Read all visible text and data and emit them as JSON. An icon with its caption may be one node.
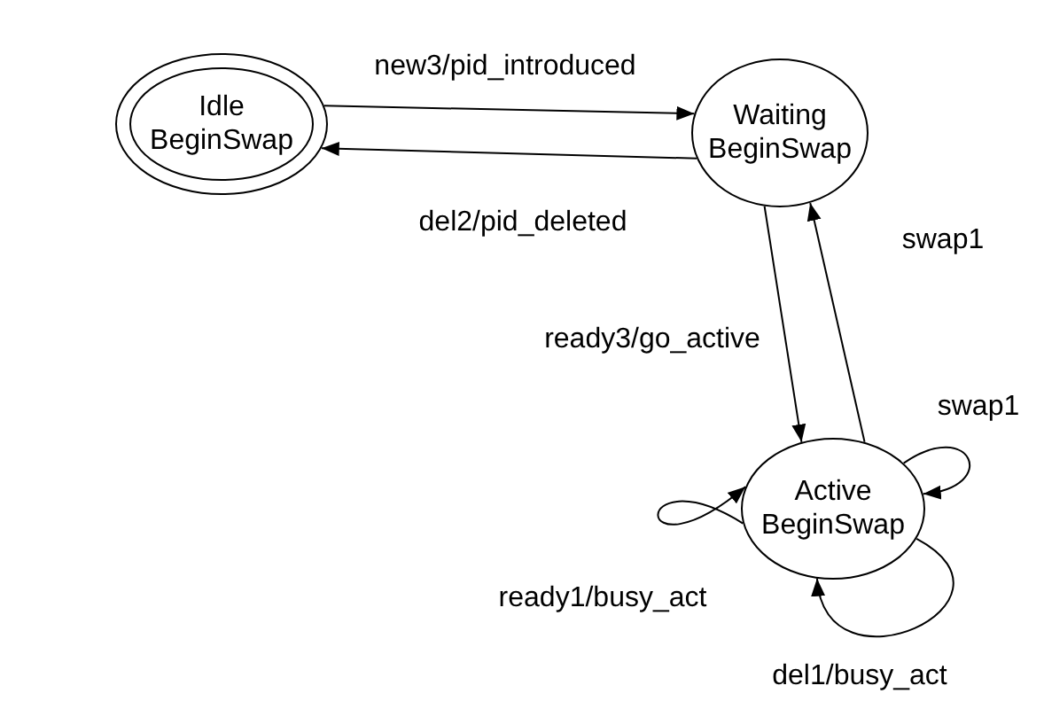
{
  "diagram": {
    "nodes": [
      {
        "text": [
          "Idle",
          "BeginSwap"
        ]
      },
      {
        "text": [
          "Waiting",
          "BeginSwap"
        ]
      },
      {
        "text": [
          "Active",
          "BeginSwap"
        ]
      }
    ],
    "edges": [
      {
        "from": 0,
        "to": 1,
        "arrow": "to",
        "label": "new3/pid_introduced"
      },
      {
        "from": 1,
        "to": 0,
        "arrow": "to",
        "label": "del2/pid_deleted"
      },
      {
        "from": 1,
        "to": 2,
        "arrow": "to",
        "label": "ready3/go_active"
      },
      {
        "from": 2,
        "to": 1,
        "arrow": "to",
        "label": "swap1"
      },
      {
        "from": 2,
        "to": 2,
        "arrow": "to",
        "label": "swap1"
      },
      {
        "from": 2,
        "to": 2,
        "arrow": "to",
        "label": "ready1/busy_act"
      },
      {
        "from": 2,
        "to": 2,
        "arrow": "to",
        "label": "del1/busy_act"
      }
    ]
  }
}
